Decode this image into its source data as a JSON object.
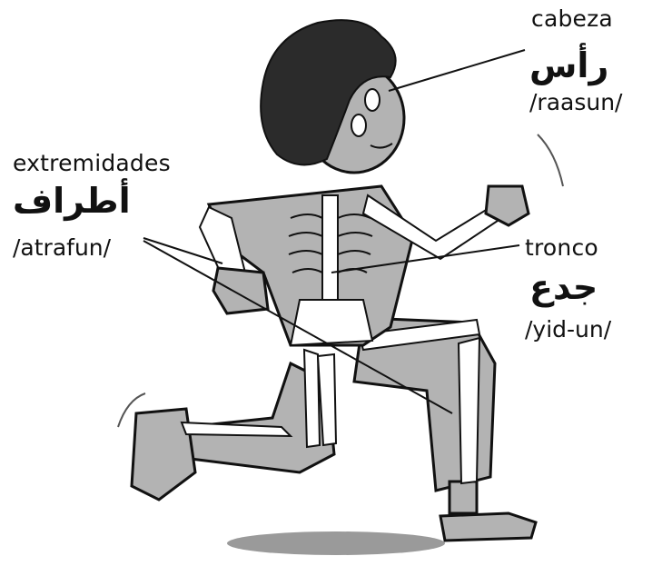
{
  "labels": {
    "head": {
      "es": "cabeza",
      "ar": "رأس",
      "tr": "/raasun/"
    },
    "limbs": {
      "es": "extremidades",
      "ar": "أطراف",
      "tr": "/atrafun/"
    },
    "trunk": {
      "es": "tronco",
      "ar": "جدع",
      "tr": "/yid-un/"
    }
  },
  "colors": {
    "ink": "#111111",
    "skin": "#b3b3b3",
    "hair": "#2b2b2b",
    "bone": "#ffffff",
    "shadow": "#9a9a9a"
  }
}
